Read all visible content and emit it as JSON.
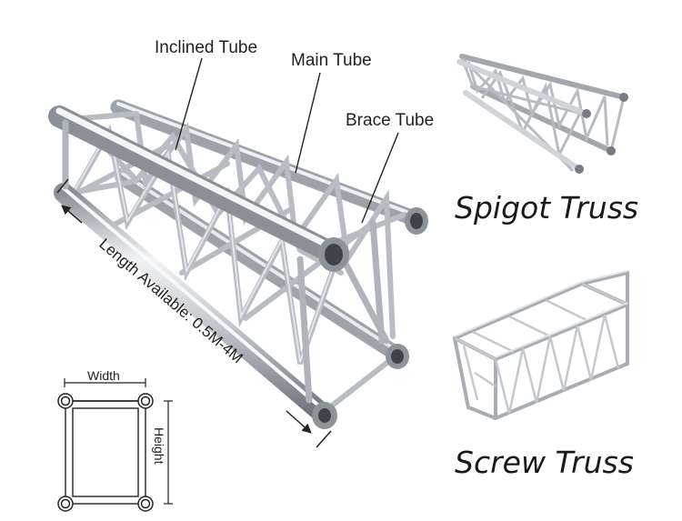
{
  "labels": {
    "inclined_tube": "Inclined Tube",
    "main_tube": "Main Tube",
    "brace_tube": "Brace Tube",
    "length": "Length Available: 0.5M-4M",
    "width": "Width",
    "height": "Height"
  },
  "products": {
    "spigot": "Spigot Truss",
    "screw": "Screw Truss"
  },
  "colors": {
    "metal_light": "#f4f5f7",
    "metal_mid": "#c3c7cd",
    "metal_dark": "#7c8189",
    "text": "#222222"
  }
}
